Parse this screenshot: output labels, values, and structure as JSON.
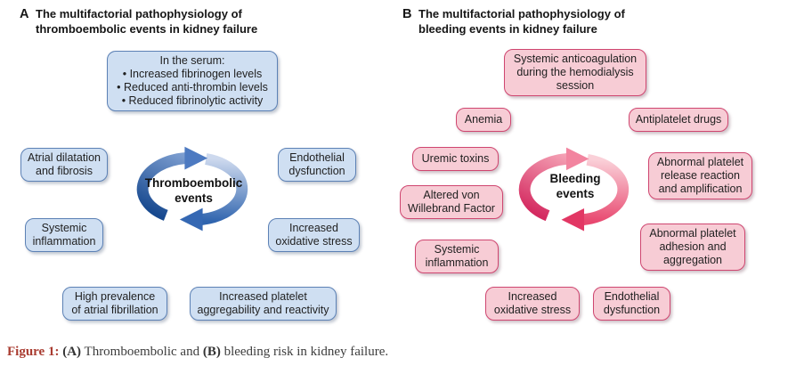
{
  "panelA": {
    "label": "A",
    "title": "The multifactorial pathophysiology of\nthromboembolic events in kidney failure",
    "center_label": "Thromboembolic\nevents",
    "boxes": {
      "serum": "In the serum:\n• Increased fibrinogen levels\n• Reduced anti-thrombin levels\n• Reduced fibrinolytic activity",
      "atrial_dilatation": "Atrial dilatation\nand fibrosis",
      "systemic_inflammation": "Systemic\ninflammation",
      "endothelial_dysfunction": "Endothelial\ndysfunction",
      "oxidative_stress": "Increased\noxidative stress",
      "atrial_fibrillation": "High prevalence\nof atrial fibrillation",
      "platelet_aggregability": "Increased platelet\naggregability and reactivity"
    }
  },
  "panelB": {
    "label": "B",
    "title": "The multifactorial pathophysiology of\nbleeding events in kidney failure",
    "center_label": "Bleeding\nevents",
    "boxes": {
      "anticoagulation": "Systemic anticoagulation\nduring the hemodialysis\nsession",
      "anemia": "Anemia",
      "antiplatelet_drugs": "Antiplatelet drugs",
      "uremic_toxins": "Uremic toxins",
      "von_willebrand": "Altered von\nWillebrand Factor",
      "systemic_inflammation": "Systemic\ninflammation",
      "release_reaction": "Abnormal platelet\nrelease reaction\nand amplification",
      "adhesion_aggregation": "Abnormal platelet\nadhesion and\naggregation",
      "oxidative_stress": "Increased\noxidative stress",
      "endothelial_dysfunction": "Endothelial\ndysfunction"
    }
  },
  "caption": {
    "label": "Figure 1:",
    "part_a_bold": " (A)",
    "part_a": " Thromboembolic and",
    "part_b_bold": " (B)",
    "part_b": " bleeding risk in kidney failure."
  },
  "colors": {
    "blue_box_fill": "#cfdff2",
    "blue_box_border": "#5c81b5",
    "pink_box_fill": "#f7ccd5",
    "pink_box_border": "#cf4670",
    "blue_arrow_dark": "#17498f",
    "blue_arrow_light": "#cdd9ee",
    "pink_arrow_dark": "#d42a60",
    "pink_arrow_light": "#fad0d8",
    "caption_accent": "#a93c31"
  }
}
